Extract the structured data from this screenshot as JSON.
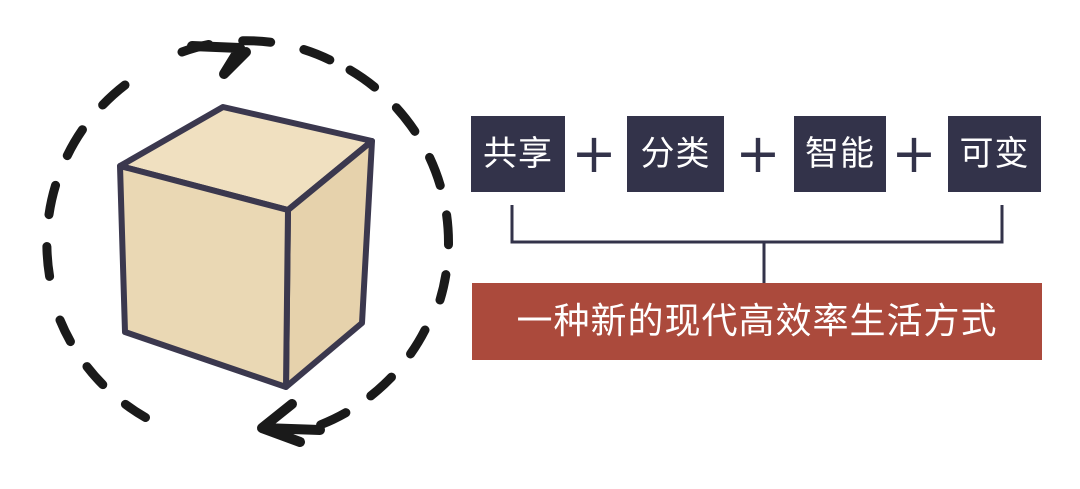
{
  "tags": [
    {
      "label": "共享"
    },
    {
      "label": "分类"
    },
    {
      "label": "智能"
    },
    {
      "label": "可变"
    }
  ],
  "plus_sign": "+",
  "result": {
    "label": "一种新的现代高效率生活方式"
  },
  "colors": {
    "tag_bg": "#33334a",
    "result_bg": "#ab4a3c",
    "cube_fill": "#ead8b4",
    "cube_stroke": "#3b384e",
    "line": "#33334a"
  }
}
